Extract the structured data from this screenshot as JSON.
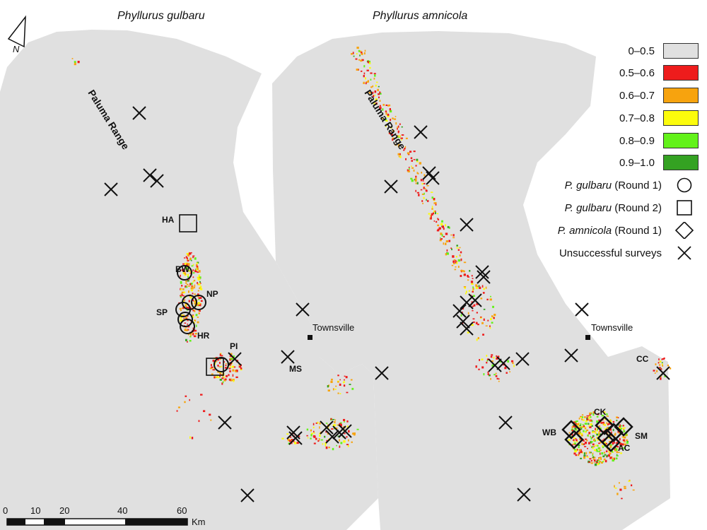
{
  "panels": {
    "left_title": "Phyllurus gulbaru",
    "right_title": "Phyllurus amnicola"
  },
  "north": "N",
  "range_label": "Paluma Range",
  "town_label": "Townsville",
  "site_labels_left": [
    "HA",
    "BW",
    "NP",
    "SP",
    "HR",
    "PI",
    "MS"
  ],
  "site_labels_right": [
    "CK",
    "WB",
    "SM",
    "AC",
    "CC"
  ],
  "legend": {
    "classes": [
      {
        "label": "0–0.5",
        "color": "#e0e0e0"
      },
      {
        "label": "0.5–0.6",
        "color": "#ee1c1c"
      },
      {
        "label": "0.6–0.7",
        "color": "#f7a30e"
      },
      {
        "label": "0.7–0.8",
        "color": "#fcfc0c"
      },
      {
        "label": "0.8–0.9",
        "color": "#63f21a"
      },
      {
        "label": "0.9–1.0",
        "color": "#34a222"
      }
    ],
    "symbols": [
      {
        "species": "P. gulbaru",
        "round": " (Round 1)",
        "icon": "circle"
      },
      {
        "species": "P. gulbaru",
        "round": " (Round 2)",
        "icon": "square"
      },
      {
        "species": "P. amnicola",
        "round": " (Round 1)",
        "icon": "diamond"
      },
      {
        "species": "",
        "round": "Unsuccessful surveys",
        "icon": "cross"
      }
    ]
  },
  "scale": {
    "ticks": [
      "0",
      "10",
      "20",
      "40",
      "60"
    ],
    "unit": "Km"
  }
}
